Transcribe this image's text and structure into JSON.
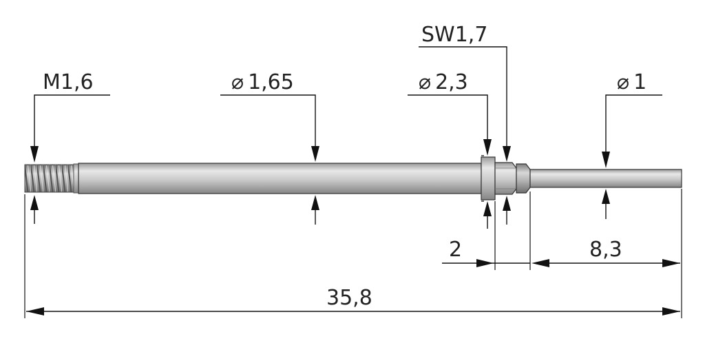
{
  "labels": {
    "thread": "M1,6",
    "shaft_diameter": "1,65",
    "collar_diameter": "2,3",
    "wrench_size": "SW1,7",
    "tip_diameter": "1",
    "collar_width": "2",
    "tip_length": "8,3",
    "total_length": "35,8"
  },
  "symbols": {
    "diameter": "⌀"
  },
  "colors": {
    "line": "#111111",
    "text": "#222222",
    "metal_light": "#e4e4e4",
    "metal_mid": "#b8b8b8",
    "metal_dark": "#8a8a8a"
  }
}
